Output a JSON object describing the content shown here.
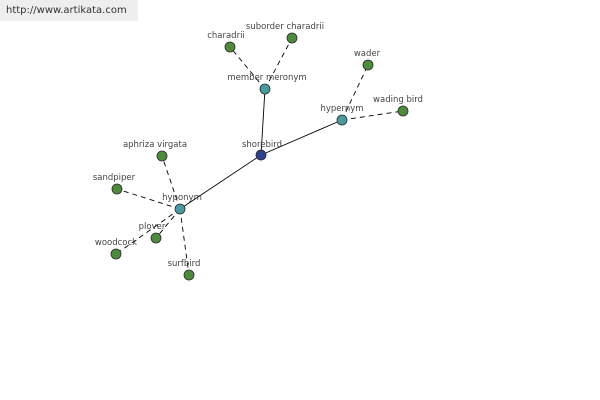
{
  "header": {
    "url": "http://www.artikata.com"
  },
  "colors": {
    "center_node": "#2e3f8f",
    "relation_node": "#4a9aa0",
    "leaf_node": "#4f8a3c",
    "node_stroke": "#2b2b2b",
    "edge": "#000000",
    "label": "#444444"
  },
  "graph": {
    "nodes": [
      {
        "id": "shorebird",
        "label": "shorebird",
        "kind": "center"
      },
      {
        "id": "member_meronym",
        "label": "member meronym",
        "kind": "relation"
      },
      {
        "id": "hypernym",
        "label": "hypernym",
        "kind": "relation"
      },
      {
        "id": "hyponym",
        "label": "hyponym",
        "kind": "relation"
      },
      {
        "id": "charadrii",
        "label": "charadrii",
        "kind": "leaf"
      },
      {
        "id": "suborder_charadrii",
        "label": "suborder charadrii",
        "kind": "leaf"
      },
      {
        "id": "wader",
        "label": "wader",
        "kind": "leaf"
      },
      {
        "id": "wading_bird",
        "label": "wading bird",
        "kind": "leaf"
      },
      {
        "id": "aphriza_virgata",
        "label": "aphriza virgata",
        "kind": "leaf"
      },
      {
        "id": "sandpiper",
        "label": "sandpiper",
        "kind": "leaf"
      },
      {
        "id": "plover",
        "label": "plover",
        "kind": "leaf"
      },
      {
        "id": "woodcock",
        "label": "woodcock",
        "kind": "leaf"
      },
      {
        "id": "surfbird",
        "label": "surfbird",
        "kind": "leaf"
      }
    ],
    "edges": [
      {
        "from": "shorebird",
        "to": "member_meronym",
        "style": "solid"
      },
      {
        "from": "shorebird",
        "to": "hypernym",
        "style": "solid"
      },
      {
        "from": "shorebird",
        "to": "hyponym",
        "style": "solid"
      },
      {
        "from": "member_meronym",
        "to": "charadrii",
        "style": "dashed"
      },
      {
        "from": "member_meronym",
        "to": "suborder_charadrii",
        "style": "dashed"
      },
      {
        "from": "hypernym",
        "to": "wader",
        "style": "dashed"
      },
      {
        "from": "hypernym",
        "to": "wading_bird",
        "style": "dashed"
      },
      {
        "from": "hyponym",
        "to": "aphriza_virgata",
        "style": "dashed"
      },
      {
        "from": "hyponym",
        "to": "sandpiper",
        "style": "dashed"
      },
      {
        "from": "hyponym",
        "to": "plover",
        "style": "dashed"
      },
      {
        "from": "hyponym",
        "to": "woodcock",
        "style": "dashed"
      },
      {
        "from": "hyponym",
        "to": "surfbird",
        "style": "dashed"
      }
    ]
  }
}
